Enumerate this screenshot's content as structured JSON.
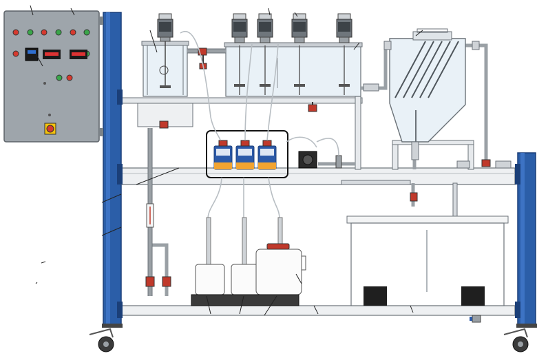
{
  "figure": {
    "description_visible_text": [],
    "colors": {
      "frame_blue": "#2b5ea8",
      "frame_blue_dark": "#1b3f78",
      "panel_grey": "#9ea5ab",
      "shelf_grey": "#e6e9ec",
      "tank_glass": "#e9f1f7",
      "pump_blue": "#2c5aa8",
      "pump_orange": "#f2a431",
      "valve_red": "#c0392b",
      "indicator_green": "#3aa64a",
      "indicator_red": "#d63a2f",
      "display_black": "#1b1b1b",
      "estop_yellow": "#f4c20d"
    },
    "icons": [
      "control-panel",
      "stirred-reactor-tank",
      "flocculation-tank",
      "lamella-settler",
      "dosing-pump",
      "peristaltic-pump",
      "chemical-canister",
      "collection-tank",
      "caster-wheel",
      "motor-stirrer"
    ]
  }
}
